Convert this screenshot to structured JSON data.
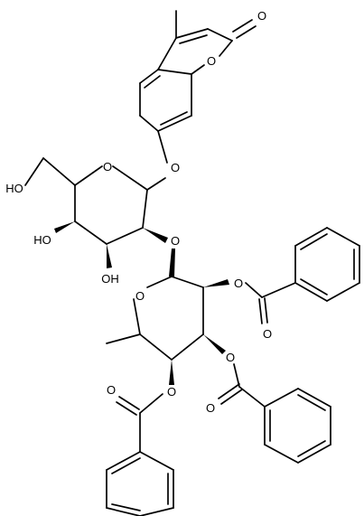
{
  "labels": {
    "ring_o_coumarin": "O",
    "carbonyl_o_coumarin": "O",
    "ether_o_aryl": "O",
    "ring_o_galactose": "O",
    "ho_ch2": "HO",
    "ho_c4": "HO",
    "oh_c3": "OH",
    "glycosidic_o": "O",
    "ring_o_fucose": "O",
    "ester_o_c2": "O",
    "carbonyl_o_c2": "O",
    "ester_o_c3": "O",
    "carbonyl_o_c3": "O",
    "ester_o_c4": "O",
    "carbonyl_o_c4": "O"
  }
}
